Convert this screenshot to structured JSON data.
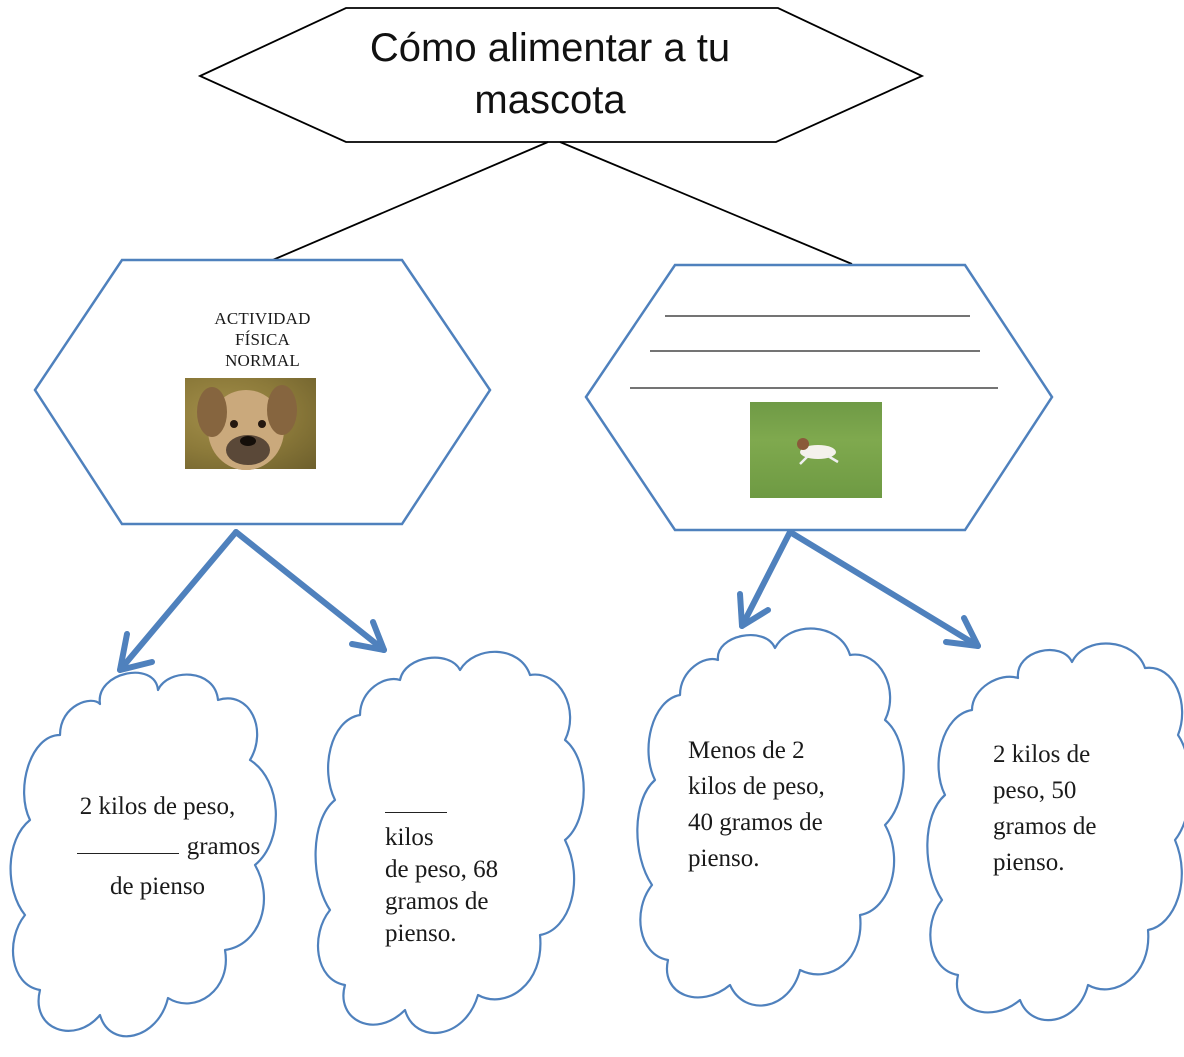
{
  "title": {
    "line1": "Cómo alimentar a tu",
    "line2": "mascota"
  },
  "left_branch": {
    "label_line1": "ACTIVIDAD",
    "label_line2": "FÍSICA",
    "label_line3": "NORMAL",
    "image": "puppy-photo"
  },
  "right_branch": {
    "blank_lines": 3,
    "image": "running-dog-photo"
  },
  "clouds": {
    "c1": {
      "line1": "2 kilos de peso,",
      "line2": "gramos",
      "line3": "de pienso"
    },
    "c2": {
      "line1": "kilos",
      "line2": "de peso, 68",
      "line3": "gramos de",
      "line4": "pienso."
    },
    "c3": {
      "line1": "Menos de 2",
      "line2": "kilos de peso,",
      "line3": "40 gramos de",
      "line4": "pienso."
    },
    "c4": {
      "line1": "2 kilos de",
      "line2": "peso, 50",
      "line3": "gramos de",
      "line4": "pienso."
    }
  },
  "colors": {
    "outline_blue": "#4f81bd",
    "arrow_blue": "#4f81bd",
    "ink": "#000000"
  }
}
